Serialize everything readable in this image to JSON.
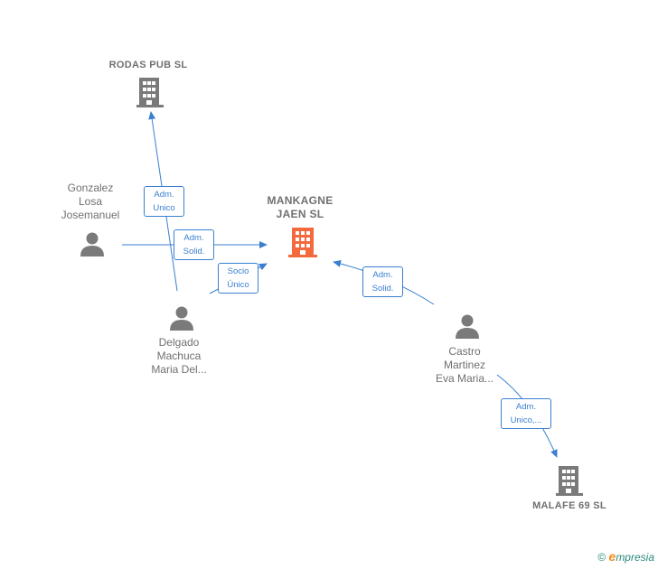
{
  "nodes": {
    "rodas": {
      "label": "RODAS PUB SL",
      "type": "company"
    },
    "mankagne": {
      "label_line1": "MANKAGNE",
      "label_line2": "JAEN  SL",
      "type": "company-main"
    },
    "malafe": {
      "label": "MALAFE 69  SL",
      "type": "company"
    },
    "gonzalez": {
      "line1": "Gonzalez",
      "line2": "Losa",
      "line3": "Josemanuel",
      "type": "person"
    },
    "delgado": {
      "line1": "Delgado",
      "line2": "Machuca",
      "line3": "Maria Del...",
      "type": "person"
    },
    "castro": {
      "line1": "Castro",
      "line2": "Martinez",
      "line3": "Eva Maria...",
      "type": "person"
    }
  },
  "edges": {
    "e1": {
      "line1": "Adm.",
      "line2": "Unico"
    },
    "e2": {
      "line1": "Adm.",
      "line2": "Solid."
    },
    "e3": {
      "line1": "Socio",
      "line2": "Único"
    },
    "e4": {
      "line1": "Adm.",
      "line2": "Solid."
    },
    "e5": {
      "line1": "Adm.",
      "line2": "Unico,..."
    }
  },
  "colors": {
    "edge": "#3a7fd0",
    "company": "#7a7a7a",
    "company_main": "#f26a3d",
    "person": "#7a7a7a"
  },
  "footer": {
    "copyright": "©",
    "brand_e": "e",
    "brand_rest": "mpresia"
  }
}
